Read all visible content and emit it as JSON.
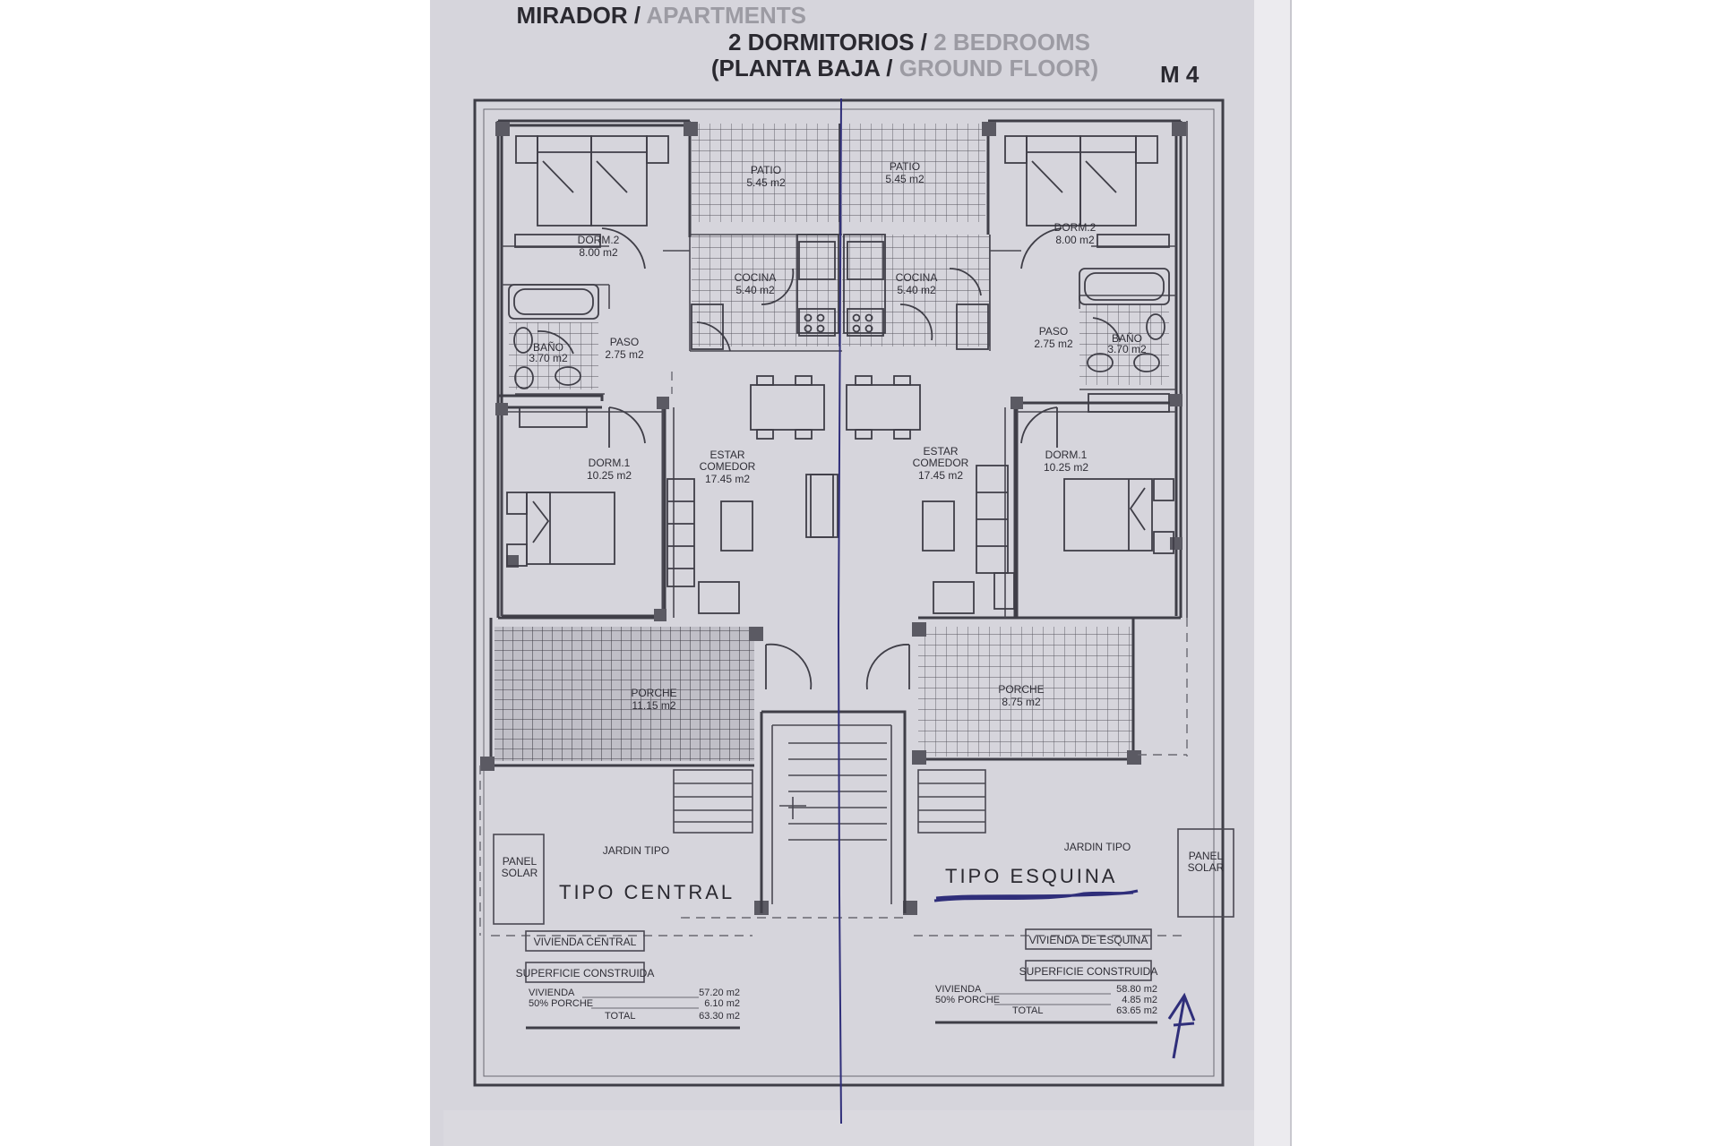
{
  "title": {
    "line1_es": "MIRADOR",
    "line1_en": "APARTMENTS",
    "line2_es": "2 DORMITORIOS",
    "line2_en": "2 BEDROOMS",
    "line3_es": "(PLANTA BAJA",
    "line3_en": "GROUND FLOOR)",
    "sep": " / ",
    "code": "M 4"
  },
  "left_unit": {
    "patio_name": "PATIO",
    "patio_area": "5.45 m2",
    "dorm2_name": "DORM.2",
    "dorm2_area": "8.00 m2",
    "cocina_name": "COCINA",
    "cocina_area": "5.40 m2",
    "paso_name": "PASO",
    "paso_area": "2.75 m2",
    "bano_name": "BAÑO",
    "bano_area": "3.70 m2",
    "dorm1_name": "DORM.1",
    "dorm1_area": "10.25 m2",
    "estar_name": "ESTAR",
    "comedor_name": "COMEDOR",
    "estar_area": "17.45 m2",
    "porche_name": "PORCHE",
    "porche_area": "11.15 m2",
    "jardin": "JARDIN TIPO",
    "panel_l1": "PANEL",
    "panel_l2": "SOLAR",
    "tipo": "TIPO CENTRAL",
    "box_name": "VIVIENDA CENTRAL",
    "box_sup": "SUPERFICIE CONSTRUIDA",
    "rows": [
      {
        "label": "VIVIENDA",
        "value": "57.20 m2"
      },
      {
        "label": "50% PORCHE",
        "value": "6.10 m2"
      },
      {
        "label": "TOTAL",
        "value": "63.30 m2"
      }
    ]
  },
  "right_unit": {
    "patio_name": "PATIO",
    "patio_area": "5.45 m2",
    "dorm2_name": "DORM.2",
    "dorm2_area": "8.00 m2",
    "cocina_name": "COCINA",
    "cocina_area": "5.40 m2",
    "paso_name": "PASO",
    "paso_area": "2.75 m2",
    "bano_name": "BAÑO",
    "bano_area": "3.70 m2",
    "dorm1_name": "DORM.1",
    "dorm1_area": "10.25 m2",
    "estar_name": "ESTAR",
    "comedor_name": "COMEDOR",
    "estar_area": "17.45 m2",
    "porche_name": "PORCHE",
    "porche_area": "8.75 m2",
    "jardin": "JARDIN TIPO",
    "panel_l1": "PANEL",
    "panel_l2": "SOLAR",
    "tipo": "TIPO ESQUINA",
    "box_name": "VIVIENDA DE ESQUINA",
    "box_sup": "SUPERFICIE CONSTRUIDA",
    "rows": [
      {
        "label": "VIVIENDA",
        "value": "58.80 m2"
      },
      {
        "label": "50% PORCHE",
        "value": "4.85 m2"
      },
      {
        "label": "TOTAL",
        "value": "63.65 m2"
      }
    ]
  }
}
